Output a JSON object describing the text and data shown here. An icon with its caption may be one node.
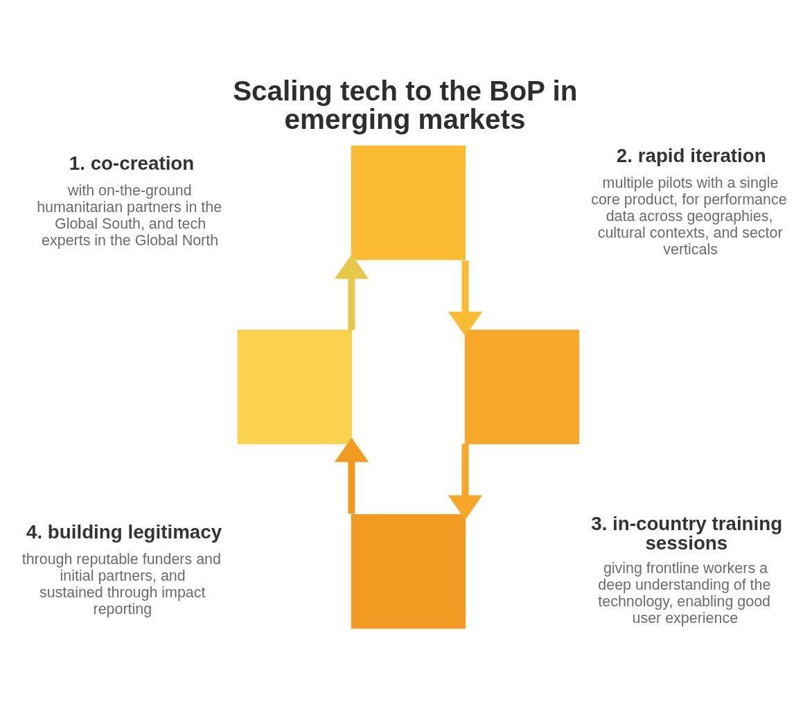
{
  "diagram": {
    "title": "Scaling tech to the BoP in emerging markets",
    "nodes": [
      {
        "text": [],
        "shape": "box",
        "beside": [
          "1. co-creation",
          "with on-the-ground humanitarian partners in the Global South, and tech experts in the Global North"
        ]
      },
      {
        "text": [],
        "shape": "box",
        "beside": [
          "2. rapid iteration",
          "multiple pilots with a single core product, for performance data across geographies, cultural contexts, and sector verticals"
        ]
      },
      {
        "text": [],
        "shape": "box",
        "beside": [
          "3. in-country training sessions",
          "giving frontline workers a deep understanding of the technology, enabling good user experience"
        ]
      },
      {
        "text": [],
        "shape": "box",
        "beside": [
          "4. building legitimacy",
          "through reputable funders and initial partners, and sustained through impact reporting"
        ]
      }
    ],
    "edges": [
      {
        "from": 0,
        "to": 1,
        "arrow": "to",
        "color": "#e6c94a"
      },
      {
        "from": 1,
        "to": 2,
        "arrow": "to",
        "color": "#fbbb33"
      },
      {
        "from": 2,
        "to": 3,
        "arrow": "to",
        "color": "#f6a728"
      },
      {
        "from": 3,
        "to": 0,
        "arrow": "to",
        "color": "#f09a20"
      }
    ]
  }
}
